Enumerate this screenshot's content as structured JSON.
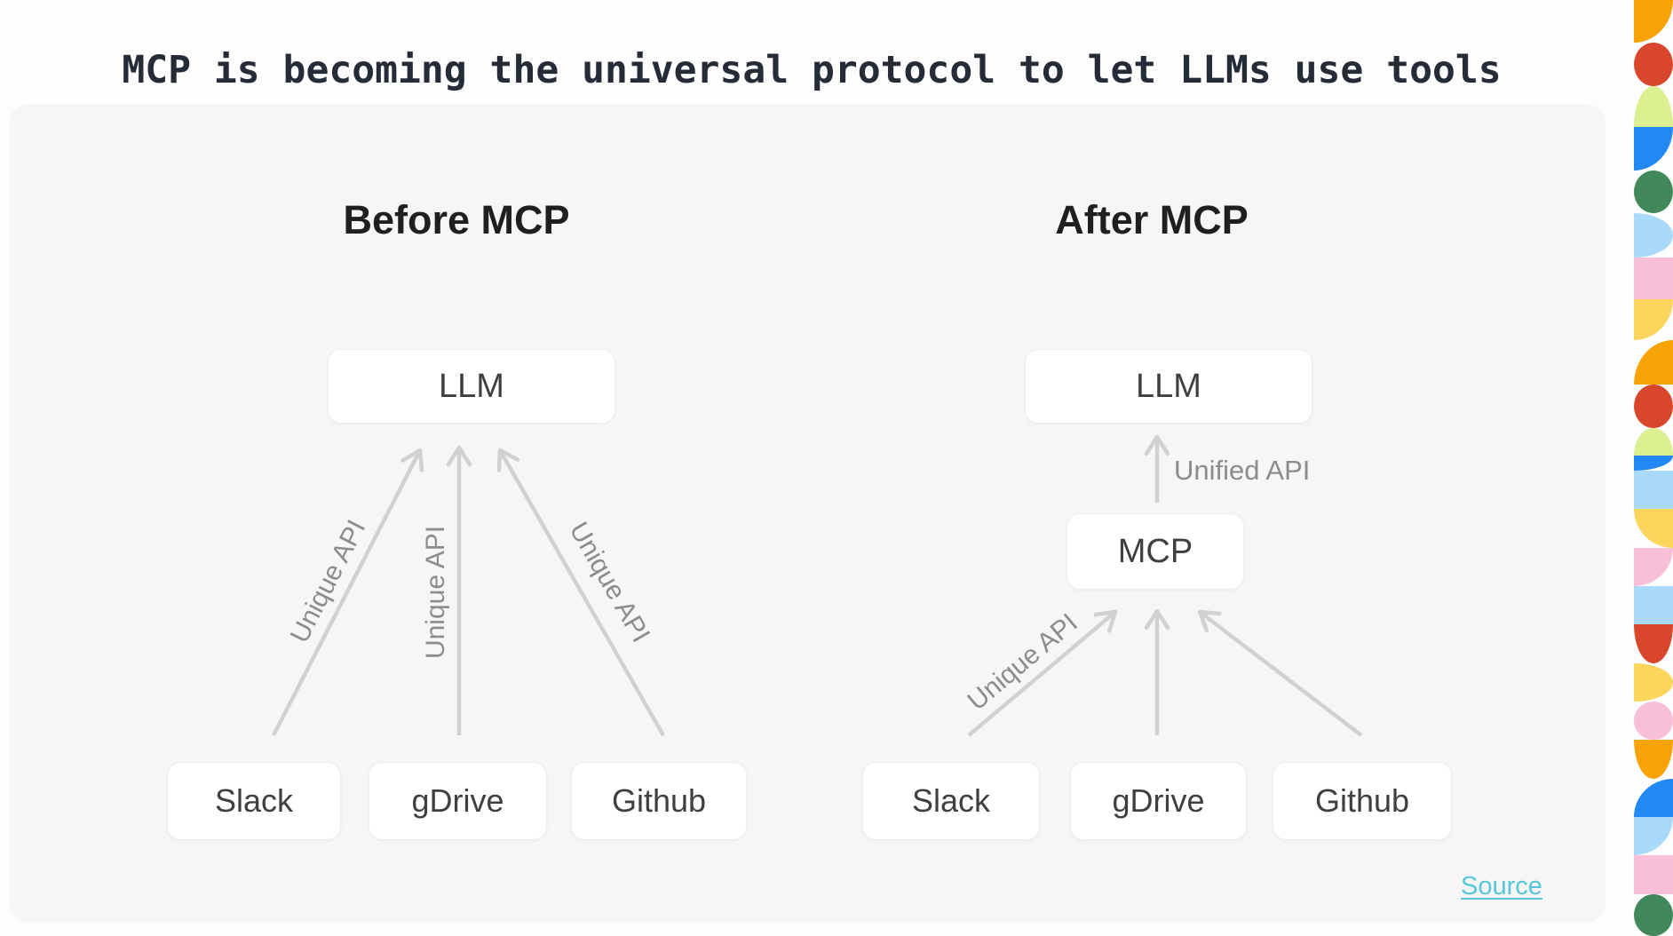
{
  "title": {
    "text": "MCP is becoming the universal protocol to let LLMs use tools"
  },
  "panels": {
    "before": {
      "heading": "Before MCP",
      "llm_label": "LLM",
      "services": [
        "Slack",
        "gDrive",
        "Github"
      ],
      "unique_api_labels": [
        "Unique API",
        "Unique API",
        "Unique API"
      ]
    },
    "after": {
      "heading": "After MCP",
      "llm_label": "LLM",
      "hub_label": "MCP",
      "unified_api_label": "Unified API",
      "unique_api_label": "Unique API",
      "services": [
        "Slack",
        "gDrive",
        "Github"
      ]
    }
  },
  "source_link": {
    "label": "Source"
  },
  "colors": {
    "title_text": "#262b38",
    "heading_text": "#1f1f1f",
    "box_text": "#3f3f3f",
    "box_bg": "#ffffff",
    "box_border": "#ededee",
    "arrow": "#d1d1d1",
    "arrow_label": "#8c8c8c",
    "card_bg": "#f6f6f7",
    "page_bg": "#fdfdfe",
    "source_link": "#58c6da",
    "strip_orange": "#F7A306",
    "strip_red": "#D8472B",
    "strip_lime": "#DCEF91",
    "strip_blue": "#2288F3",
    "strip_green": "#41885A",
    "strip_lightblue": "#AADAF9",
    "strip_pink": "#F9BED8",
    "strip_yellow": "#FBD55C"
  },
  "decor_strip": {
    "cells": [
      {
        "t": 0,
        "h": 48,
        "hex": "#F7A306",
        "shape": "quarter-tl",
        "name": "orange-quarter"
      },
      {
        "t": 48,
        "h": 49,
        "hex": "#D8472B",
        "shape": "circle",
        "name": "red-circle"
      },
      {
        "t": 97,
        "h": 46,
        "hex": "#DCEF91",
        "shape": "dome-up",
        "name": "lime-half-circle"
      },
      {
        "t": 143,
        "h": 49,
        "hex": "#2288F3",
        "shape": "quarter-tl",
        "name": "blue-quarter"
      },
      {
        "t": 192,
        "h": 48,
        "hex": "#41885A",
        "shape": "circle",
        "name": "green-circle"
      },
      {
        "t": 240,
        "h": 50,
        "hex": "#AADAF9",
        "shape": "dome-right",
        "name": "lightblue-half-circle"
      },
      {
        "t": 290,
        "h": 47,
        "hex": "#F9BED8",
        "shape": "square",
        "name": "pink-square"
      },
      {
        "t": 337,
        "h": 46,
        "hex": "#FBD55C",
        "shape": "quarter-tl",
        "name": "yellow-quarter"
      },
      {
        "t": 383,
        "h": 50,
        "hex": "#F7A306",
        "shape": "quarter-br",
        "name": "orange-quarter"
      },
      {
        "t": 433,
        "h": 49,
        "hex": "#D8472B",
        "shape": "circle",
        "name": "red-circle"
      },
      {
        "t": 482,
        "h": 31,
        "hex": "#DCEF91",
        "shape": "dome-up",
        "name": "lime-half-circle"
      },
      {
        "t": 513,
        "h": 17,
        "hex": "#2288F3",
        "shape": "quarter-tl",
        "name": "blue-quarter"
      },
      {
        "t": 530,
        "h": 43,
        "hex": "#AADAF9",
        "shape": "square",
        "name": "lightblue-square"
      },
      {
        "t": 573,
        "h": 44,
        "hex": "#FBD55C",
        "shape": "quarter-tr",
        "name": "yellow-quarter"
      },
      {
        "t": 617,
        "h": 43,
        "hex": "#F9BED8",
        "shape": "quarter-tl",
        "name": "pink-quarter"
      },
      {
        "t": 660,
        "h": 43,
        "hex": "#AADAF9",
        "shape": "square",
        "name": "lightblue-square"
      },
      {
        "t": 703,
        "h": 44,
        "hex": "#D8472B",
        "shape": "dome-down",
        "name": "red-half-circle"
      },
      {
        "t": 747,
        "h": 43,
        "hex": "#FBD55C",
        "shape": "dome-right",
        "name": "yellow-half-circle"
      },
      {
        "t": 790,
        "h": 43,
        "hex": "#F9BED8",
        "shape": "circle",
        "name": "pink-circle"
      },
      {
        "t": 833,
        "h": 44,
        "hex": "#F7A306",
        "shape": "dome-down",
        "name": "orange-half-circle"
      },
      {
        "t": 877,
        "h": 43,
        "hex": "#2288F3",
        "shape": "quarter-br",
        "name": "blue-quarter"
      },
      {
        "t": 920,
        "h": 43,
        "hex": "#AADAF9",
        "shape": "quarter-tl",
        "name": "lightblue-quarter"
      },
      {
        "t": 963,
        "h": 44,
        "hex": "#F9BED8",
        "shape": "square",
        "name": "pink-square"
      },
      {
        "t": 1007,
        "h": 47,
        "hex": "#41885A",
        "shape": "circle",
        "name": "green-circle"
      }
    ]
  }
}
